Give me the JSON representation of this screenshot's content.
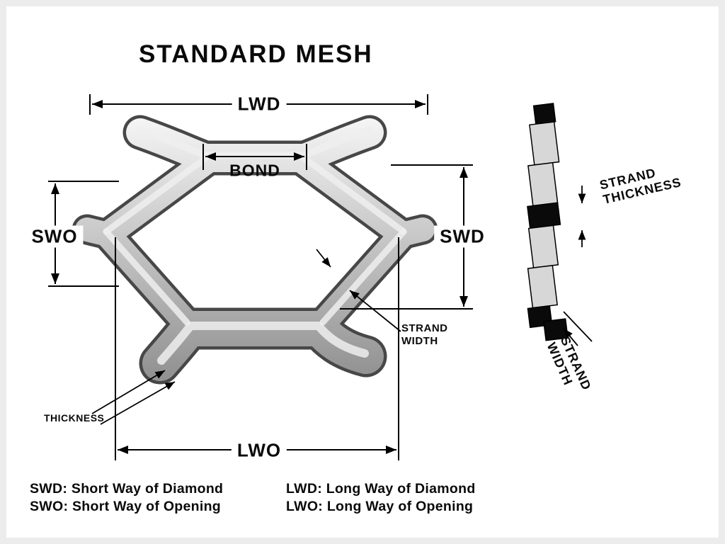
{
  "title": "STANDARD MESH",
  "dimensions": {
    "lwd": "LWD",
    "bond": "BOND",
    "swo": "SWO",
    "swd": "SWD",
    "lwo": "LWO"
  },
  "callouts": {
    "strand_width": {
      "line1": "STRAND",
      "line2": "WIDTH"
    },
    "thickness": "THICKNESS"
  },
  "cross_section": {
    "strand_thickness": {
      "line1": "STRAND",
      "line2": "THICKNESS"
    },
    "strand_width": {
      "line1": "STRAND",
      "line2": "WIDTH"
    }
  },
  "legend": {
    "items": [
      "SWD: Short Way of Diamond",
      "SWO: Short Way of Opening",
      "LWD: Long Way of Diamond",
      "LWO: Long Way of Opening"
    ]
  },
  "colors": {
    "ink": "#000000",
    "background": "#ffffff",
    "frame": "#ececec",
    "metal_light": "#f2f2f2",
    "metal_mid": "#c6c6c6",
    "metal_dark": "#949494",
    "cross_section_gray": "#d7d7d7",
    "cross_section_black": "#0a0a0a"
  }
}
